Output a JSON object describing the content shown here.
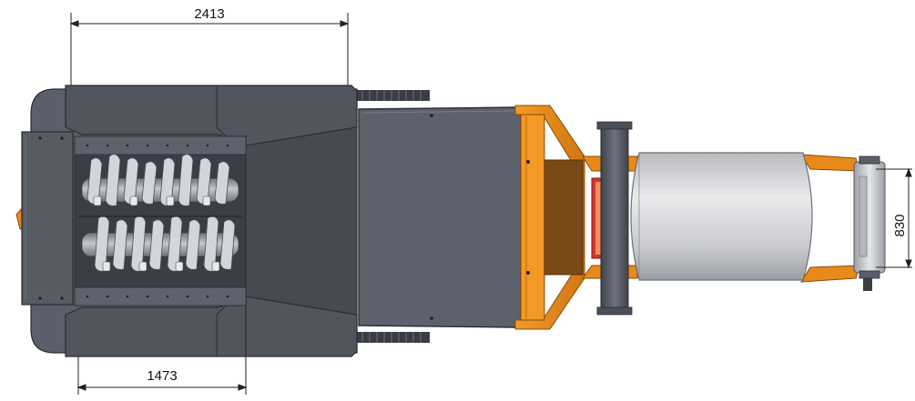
{
  "dimensions": {
    "overall_length": "2413",
    "hopper_length": "1473",
    "roller_width": "830"
  },
  "colors": {
    "body_dark": "#4d525c",
    "body_mid": "#5b606a",
    "body_light": "#6a6f79",
    "edge": "#2a2d33",
    "orange": "#e88a1a",
    "orange_dark": "#b8640c",
    "rotor": "#8f939b",
    "rotor_light": "#c9ccd1",
    "cylinder_light": "#e6e7e9",
    "cylinder_dark": "#9a9da2",
    "dimension_line": "#222222"
  }
}
